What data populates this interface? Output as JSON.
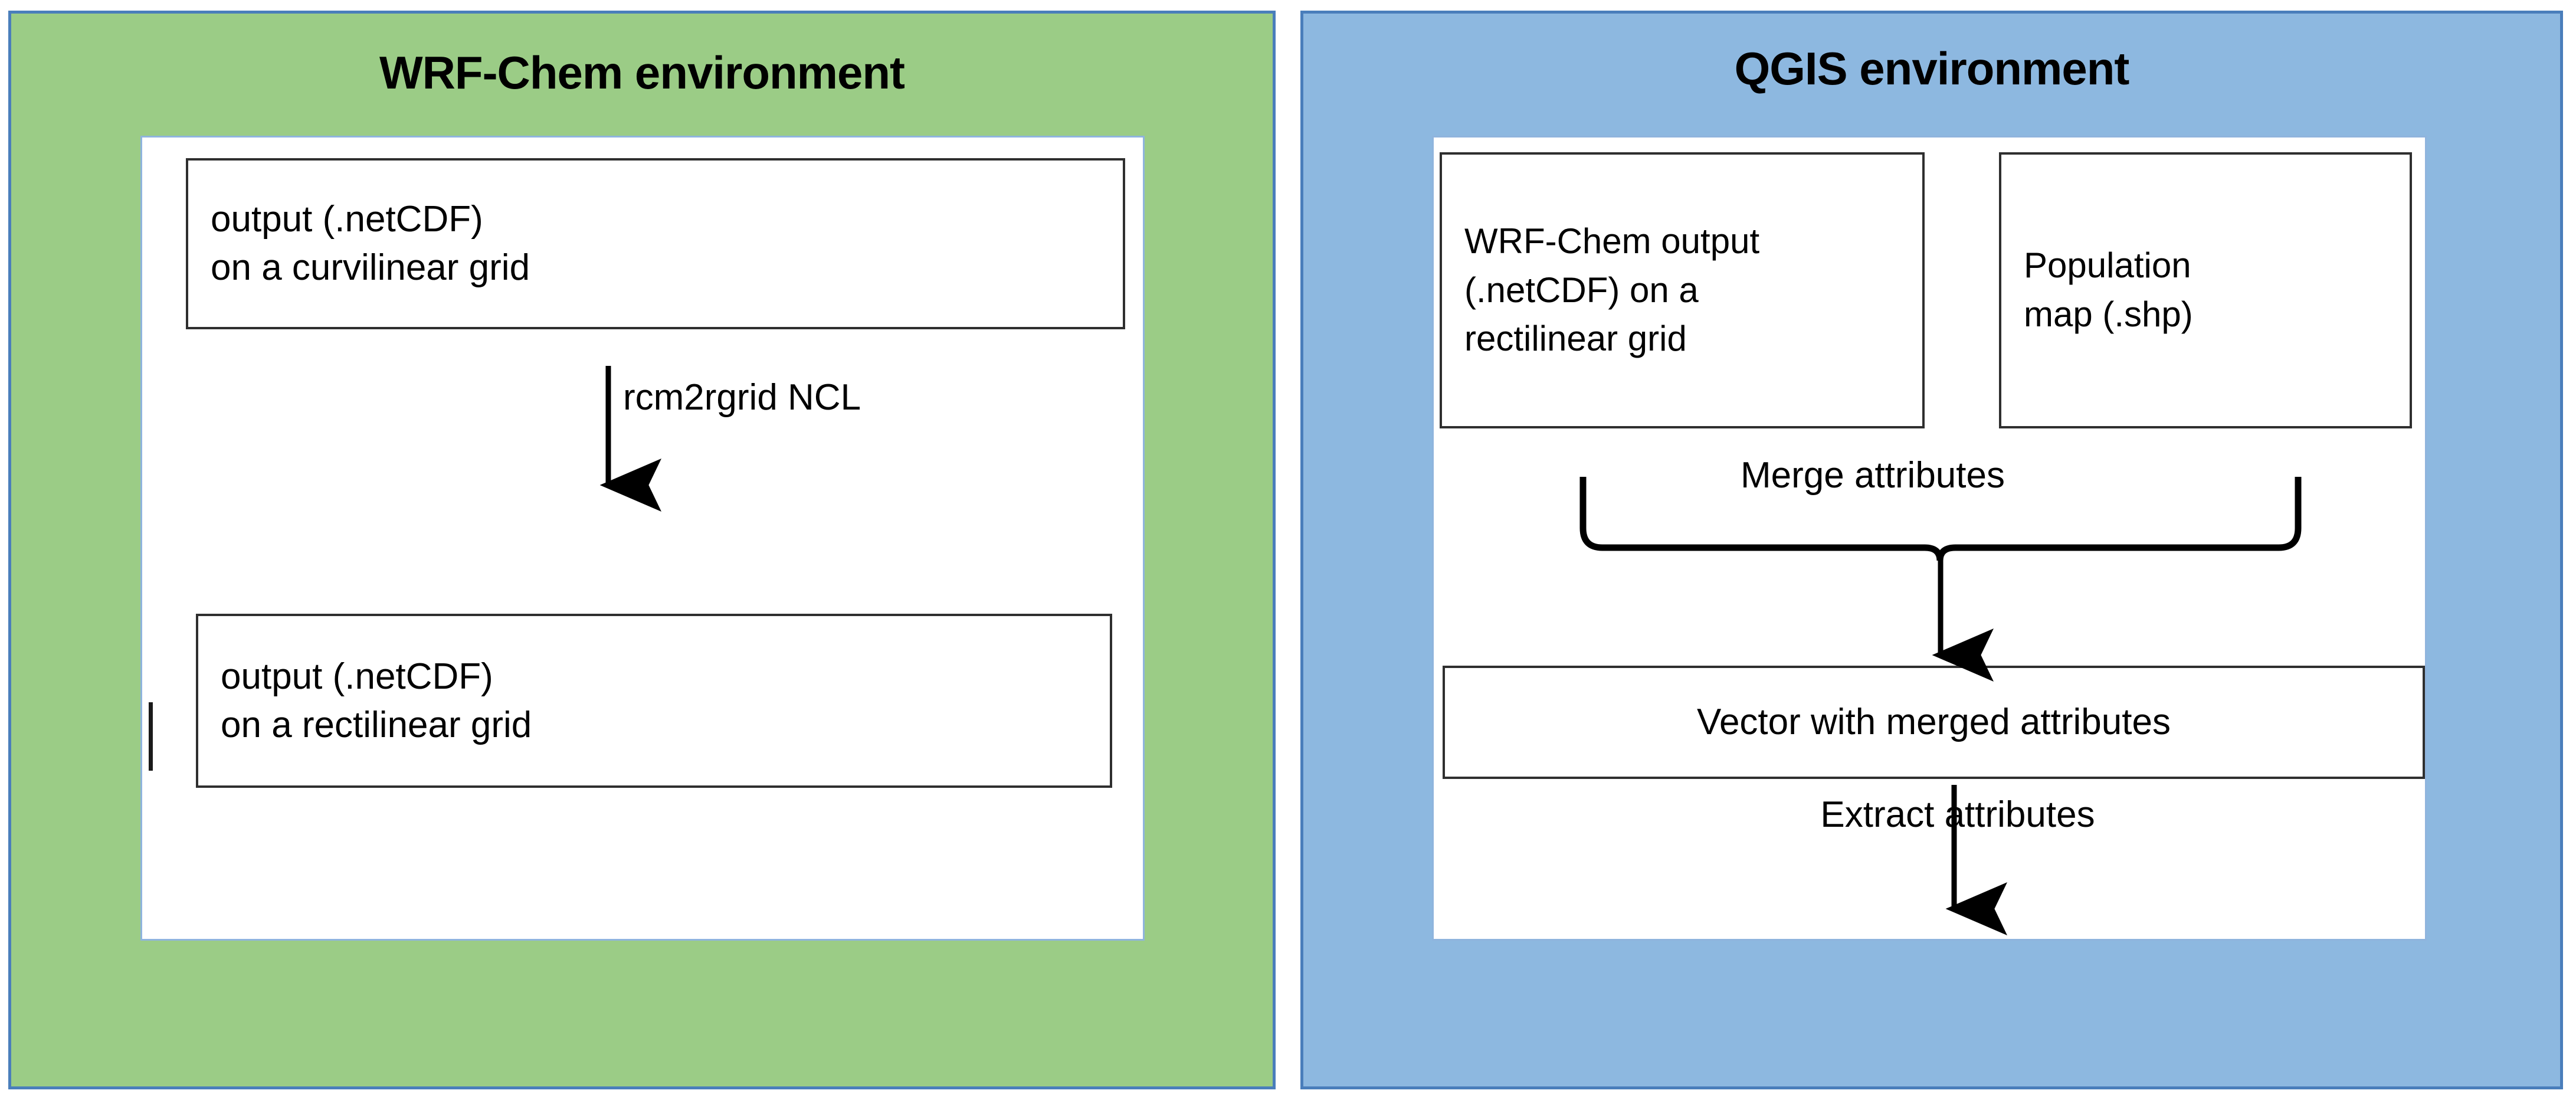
{
  "diagram": {
    "title_implicit": "",
    "colors": {
      "wrf_panel_fill": "#9bcc86",
      "qgis_panel_fill": "#8db8e0",
      "panel_border": "#4a7ebb",
      "inner_canvas_border": "#8fb4dd",
      "box_border": "#2f2f2f",
      "text": "#000000",
      "canvas_fill": "#ffffff"
    },
    "panels": [
      {
        "id": "wrf",
        "title": "WRF-Chem environment",
        "boxes": [
          {
            "id": "curvilinear",
            "lines": [
              "output (.netCDF)",
              "on a curvilinear grid"
            ]
          },
          {
            "id": "rectilinear",
            "lines": [
              "output (.netCDF)",
              "on a rectilinear grid"
            ]
          }
        ],
        "edges": [
          {
            "id": "rcm2rgrid",
            "label": "rcm2rgrid NCL",
            "kind": "down-arrow"
          }
        ]
      },
      {
        "id": "qgis",
        "title": "QGIS environment",
        "boxes": [
          {
            "id": "wrfchem-output",
            "lines": [
              "WRF-Chem output",
              "(.netCDF) on a",
              "rectilinear grid"
            ]
          },
          {
            "id": "population-map",
            "lines": [
              "Population",
              "map (.shp)"
            ]
          },
          {
            "id": "vector-merged",
            "lines": [
              "Vector with merged attributes"
            ]
          }
        ],
        "edges": [
          {
            "id": "merge",
            "label": "Merge attributes",
            "kind": "brace-down-arrow"
          },
          {
            "id": "extract",
            "label": "Extract attributes",
            "kind": "down-arrow"
          }
        ]
      }
    ]
  }
}
